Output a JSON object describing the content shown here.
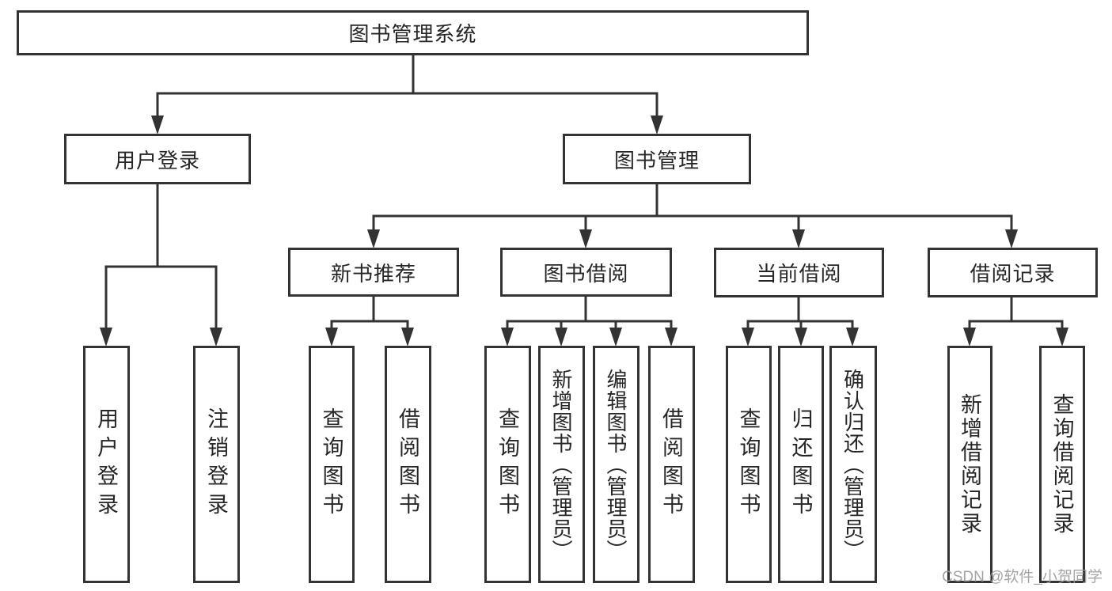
{
  "nodes": {
    "root": {
      "label": "图书管理系统"
    },
    "user_login": {
      "label": "用户登录"
    },
    "book_mgmt": {
      "label": "图书管理"
    },
    "login": {
      "label": "用户登录"
    },
    "logout": {
      "label": "注销登录"
    },
    "new_book_rec": {
      "label": "新书推荐"
    },
    "book_borrow": {
      "label": "图书借阅"
    },
    "current_borrow": {
      "label": "当前借阅"
    },
    "borrow_records": {
      "label": "借阅记录"
    },
    "nbr_query_books": {
      "label": "查询图书"
    },
    "nbr_borrow_books": {
      "label": "借阅图书"
    },
    "bb_query_books": {
      "label": "查询图书"
    },
    "bb_add_books": {
      "label": "新增图书（管理员）"
    },
    "bb_edit_books": {
      "label": "编辑图书（管理员）"
    },
    "bb_borrow_books": {
      "label": "借阅图书"
    },
    "cb_query_books": {
      "label": "查询图书"
    },
    "cb_return_books": {
      "label": "归还图书"
    },
    "cb_confirm_return": {
      "label": "确认归还（管理员）"
    },
    "br_add_record": {
      "label": "新增借阅记录"
    },
    "br_query_record": {
      "label": "查询借阅记录"
    }
  },
  "hierarchy": {
    "图书管理系统": [
      "用户登录",
      "图书管理"
    ],
    "用户登录": [
      "用户登录",
      "注销登录"
    ],
    "图书管理": [
      "新书推荐",
      "图书借阅",
      "当前借阅",
      "借阅记录"
    ],
    "新书推荐": [
      "查询图书",
      "借阅图书"
    ],
    "图书借阅": [
      "查询图书",
      "新增图书（管理员）",
      "编辑图书（管理员）",
      "借阅图书"
    ],
    "当前借阅": [
      "查询图书",
      "归还图书",
      "确认归还（管理员）"
    ],
    "借阅记录": [
      "新增借阅记录",
      "查询借阅记录"
    ]
  },
  "watermark": "CSDN @软件_小贺同学",
  "colors": {
    "line": "#333333",
    "box_border": "#333333",
    "box_background": "#ffffff",
    "text": "#262626",
    "watermark": "#9b9b9b"
  }
}
